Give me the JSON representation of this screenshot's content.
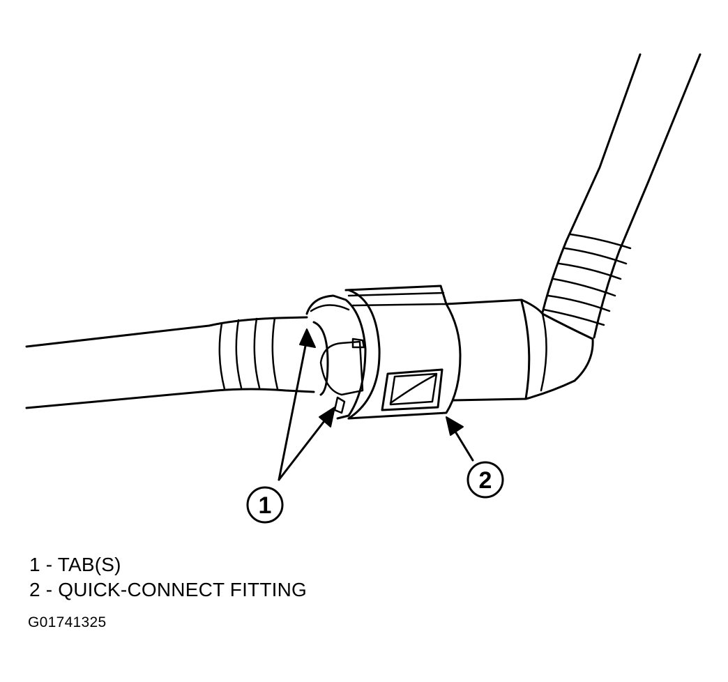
{
  "callouts": [
    {
      "number": "1"
    },
    {
      "number": "2"
    }
  ],
  "legend": {
    "items": [
      "1 - TAB(S)",
      "2 - QUICK-CONNECT FITTING"
    ]
  },
  "figure_code": "G01741325",
  "colors": {
    "line": "#000000",
    "background": "#ffffff"
  }
}
